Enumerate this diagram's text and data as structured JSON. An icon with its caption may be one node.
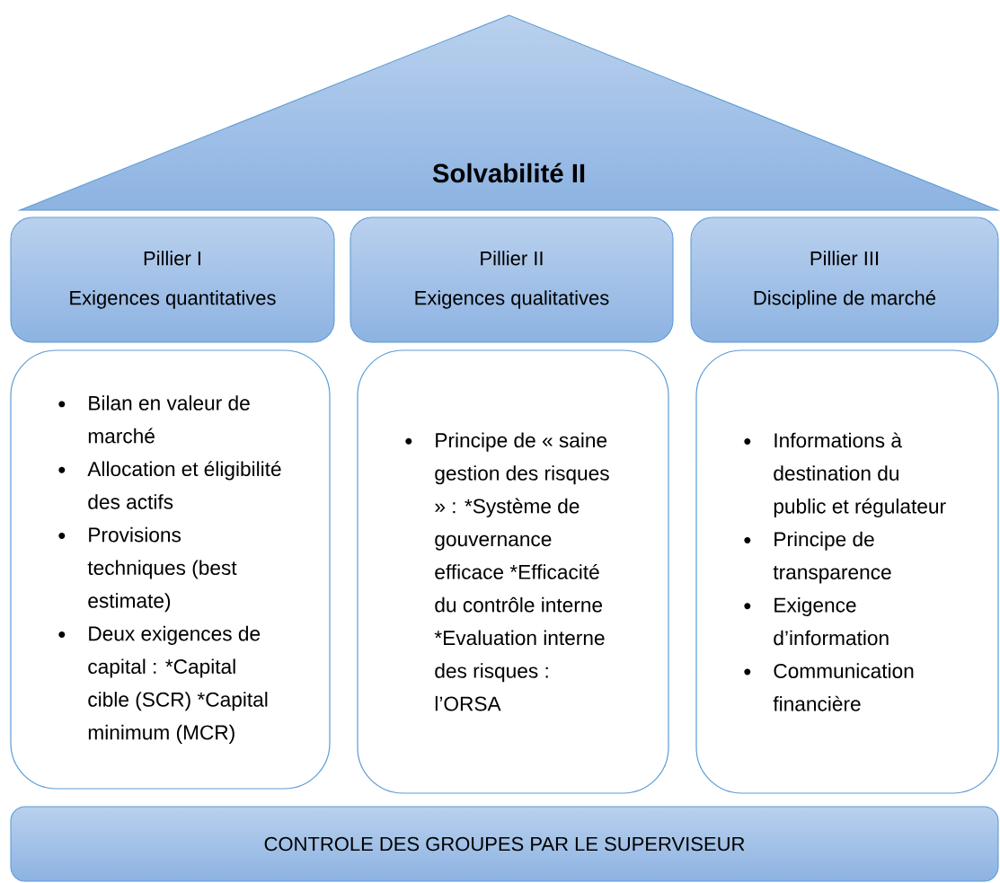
{
  "diagram": {
    "nodes": [
      {
        "text": [
          "Solvabilité II"
        ]
      },
      {
        "text": [
          "Pillier I",
          "Exigences quantitatives"
        ]
      },
      {
        "text": [
          "Pillier II",
          "Exigences qualitatives"
        ]
      },
      {
        "text": [
          "Pillier III",
          "Discipline de marché"
        ]
      },
      {
        "text": [
          "Bilan en valeur de marché",
          "Allocation et éligibilité des actifs",
          "Provisions techniques (best estimate)",
          "Deux exigences de capital : *Capital cible (SCR) *Capital minimum (MCR)"
        ]
      },
      {
        "text": [
          "Principe de « saine gestion des risques » : *Système de gouvernance efficace *Efficacité du contrôle interne *Evaluation interne des risques : l’ORSA"
        ]
      },
      {
        "text": [
          "Informations à destination du public et régulateur",
          "Principe de transparence",
          "Exigence d’information",
          "Communication financière"
        ]
      },
      {
        "text": [
          "CONTROLE DES GROUPES PAR LE SUPERVISEUR"
        ]
      }
    ]
  }
}
